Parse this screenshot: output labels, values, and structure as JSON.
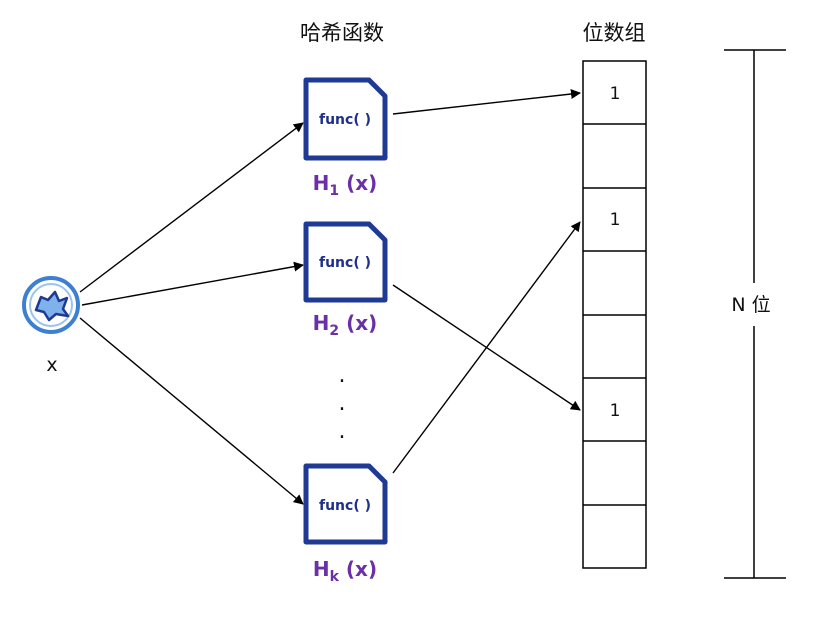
{
  "header": {
    "hash_functions_label": "哈希函数",
    "bit_array_label": "位数组"
  },
  "input": {
    "label": "x",
    "icon": "input-element-icon"
  },
  "hash_functions": [
    {
      "code": "func( )",
      "name": "H",
      "subscript": "1",
      "arg": " (x)"
    },
    {
      "code": "func( )",
      "name": "H",
      "subscript": "2",
      "arg": " (x)"
    },
    {
      "code": "func( )",
      "name": "H",
      "subscript": "k",
      "arg": " (x)"
    }
  ],
  "ellipsis": [
    ".",
    ".",
    "."
  ],
  "bit_array": {
    "cells": [
      "1",
      "",
      "1",
      "",
      "",
      "1",
      "",
      ""
    ]
  },
  "size_label": "N 位",
  "colors": {
    "function_stroke": "#1f3a93",
    "function_text": "#1f2f8a",
    "hash_label": "#6b2fa6",
    "input_icon": "#3d7fd1"
  }
}
